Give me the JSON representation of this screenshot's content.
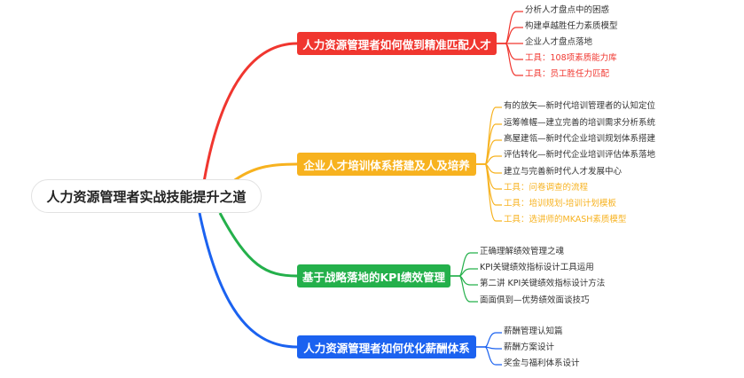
{
  "root": "人力资源管理者实战技能提升之道",
  "colors": {
    "red": "#f0362f",
    "orange": "#f7b21f",
    "green": "#24b04b",
    "blue": "#1b62f0"
  },
  "branches": [
    {
      "label": "人力资源管理者如何做到精准匹配人才",
      "items": [
        "分析人才盘点中的困惑",
        "构建卓越胜任力素质模型",
        "企业人才盘点落地",
        "工具：108项素质能力库",
        "工具：员工胜任力匹配"
      ]
    },
    {
      "label": "企业人才培训体系搭建及人及培养",
      "items": [
        "有的放矢—新时代培训管理者的认知定位",
        "运筹帷幄—建立完善的培训需求分析系统",
        "高屋建瓴—新时代企业培训规划体系搭建",
        "评估转化—新时代企业培训评估体系落地",
        "建立与完善新时代人才发展中心",
        "工具：问卷调查的流程",
        "工具：培训规划-培训计划模板",
        "工具：选讲师的MKASH素质模型"
      ]
    },
    {
      "label": "基于战略落地的KPI绩效管理",
      "items": [
        "正确理解绩效管理之魂",
        "KPI关键绩效指标设计工具运用",
        "第二讲 KPI关键绩效指标设计方法",
        "面面俱到—优势绩效面谈技巧"
      ]
    },
    {
      "label": "人力资源管理者如何优化薪酬体系",
      "items": [
        "薪酬管理认知篇",
        "薪酬方案设计",
        "奖金与福利体系设计"
      ]
    }
  ]
}
